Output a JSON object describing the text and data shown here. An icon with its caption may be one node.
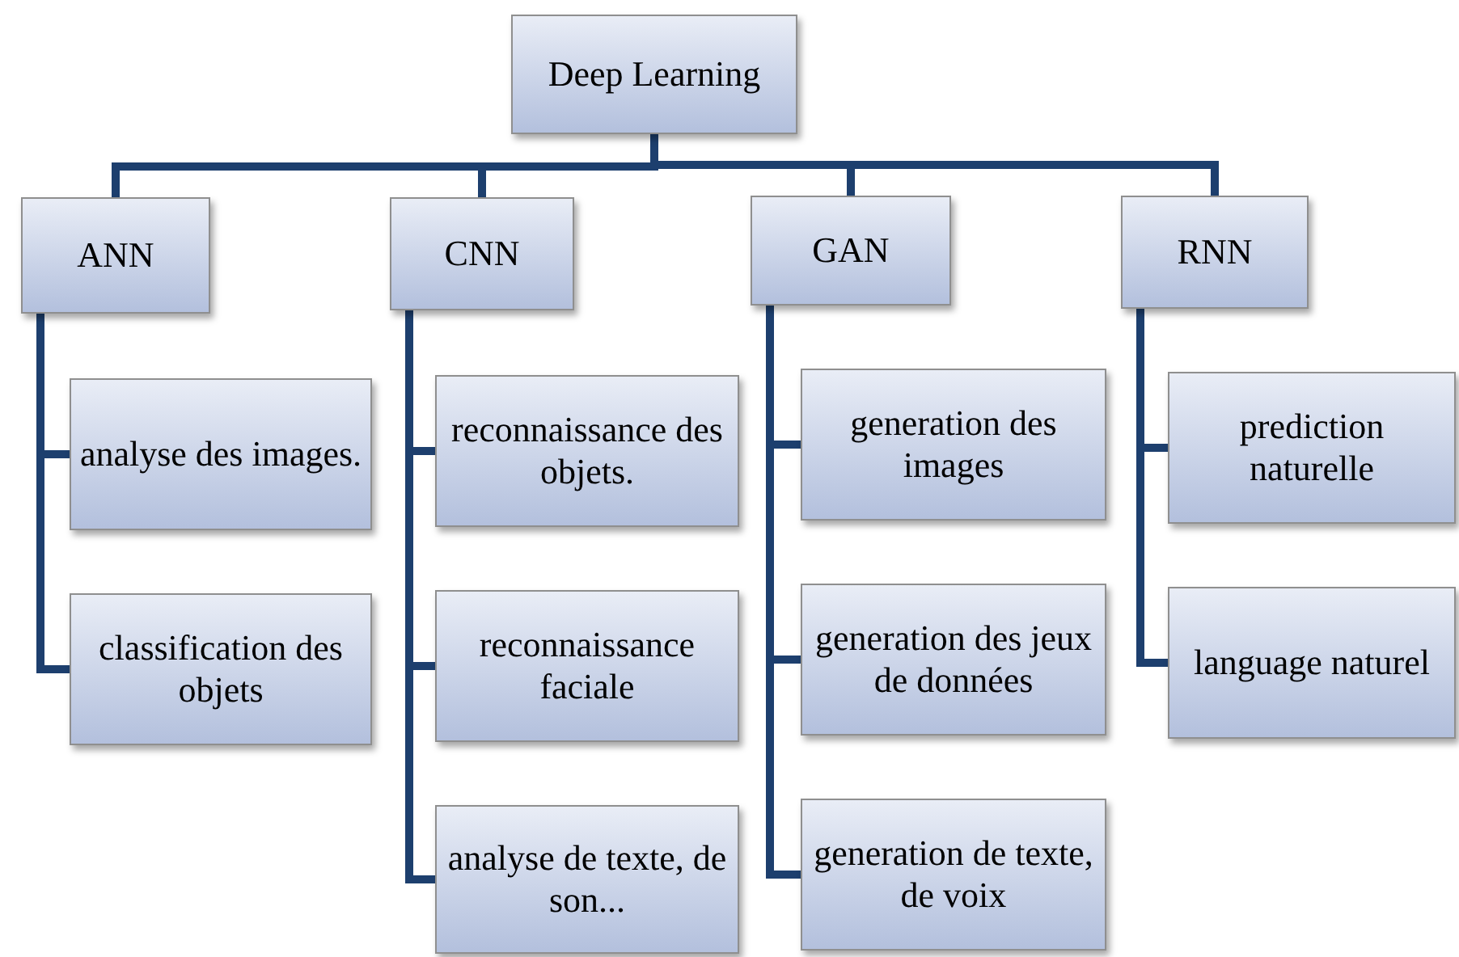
{
  "diagram": {
    "nodes": [
      {
        "text": [
          "Deep Learning"
        ]
      },
      {
        "text": [
          "ANN"
        ]
      },
      {
        "text": [
          "CNN"
        ]
      },
      {
        "text": [
          "GAN"
        ]
      },
      {
        "text": [
          "RNN"
        ]
      },
      {
        "text": [
          "analyse des images."
        ]
      },
      {
        "text": [
          "classification des objets"
        ]
      },
      {
        "text": [
          "reconnaissance des objets."
        ]
      },
      {
        "text": [
          "reconnaissance faciale"
        ]
      },
      {
        "text": [
          "analyse de texte, de son..."
        ]
      },
      {
        "text": [
          "generation des images"
        ]
      },
      {
        "text": [
          "generation des jeux de données"
        ]
      },
      {
        "text": [
          "generation de texte, de voix"
        ]
      },
      {
        "text": [
          "prediction naturelle"
        ]
      },
      {
        "text": [
          "language naturel"
        ]
      }
    ],
    "edges": [
      {
        "from": 0,
        "to": 1,
        "arrow": "none"
      },
      {
        "from": 0,
        "to": 2,
        "arrow": "none"
      },
      {
        "from": 0,
        "to": 3,
        "arrow": "none"
      },
      {
        "from": 0,
        "to": 4,
        "arrow": "none"
      },
      {
        "from": 1,
        "to": 5,
        "arrow": "none"
      },
      {
        "from": 1,
        "to": 6,
        "arrow": "none"
      },
      {
        "from": 2,
        "to": 7,
        "arrow": "none"
      },
      {
        "from": 2,
        "to": 8,
        "arrow": "none"
      },
      {
        "from": 2,
        "to": 9,
        "arrow": "none"
      },
      {
        "from": 3,
        "to": 10,
        "arrow": "none"
      },
      {
        "from": 3,
        "to": 11,
        "arrow": "none"
      },
      {
        "from": 3,
        "to": 12,
        "arrow": "none"
      },
      {
        "from": 4,
        "to": 13,
        "arrow": "none"
      },
      {
        "from": 4,
        "to": 14,
        "arrow": "none"
      }
    ]
  }
}
